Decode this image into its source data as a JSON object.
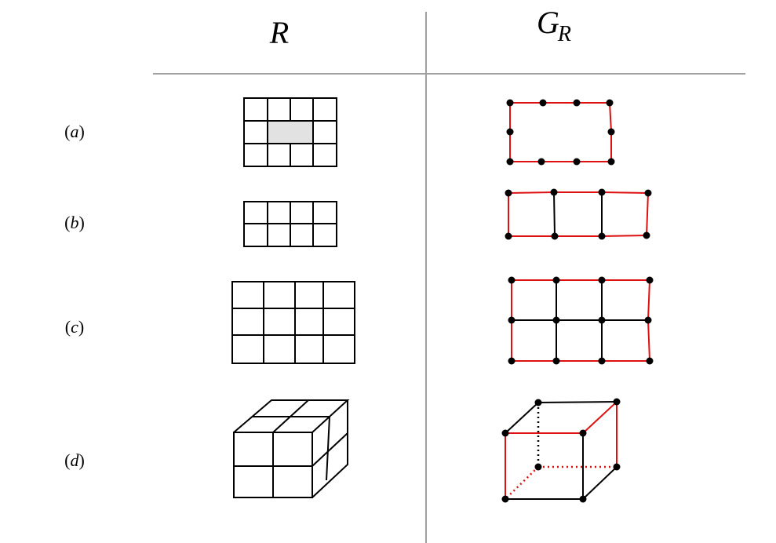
{
  "header": {
    "left_title": "R",
    "right_title_main": "G",
    "right_title_sub": "R"
  },
  "rows": [
    {
      "open": "(",
      "letter": "a",
      "close": ")"
    },
    {
      "open": "(",
      "letter": "b",
      "close": ")"
    },
    {
      "open": "(",
      "letter": "c",
      "close": ")"
    },
    {
      "open": "(",
      "letter": "d",
      "close": ")"
    }
  ],
  "colors": {
    "edge_red": "#dd1111",
    "edge_black": "#000000",
    "shaded_cell": "#e2e2e2",
    "divider": "#a0a0a0"
  }
}
